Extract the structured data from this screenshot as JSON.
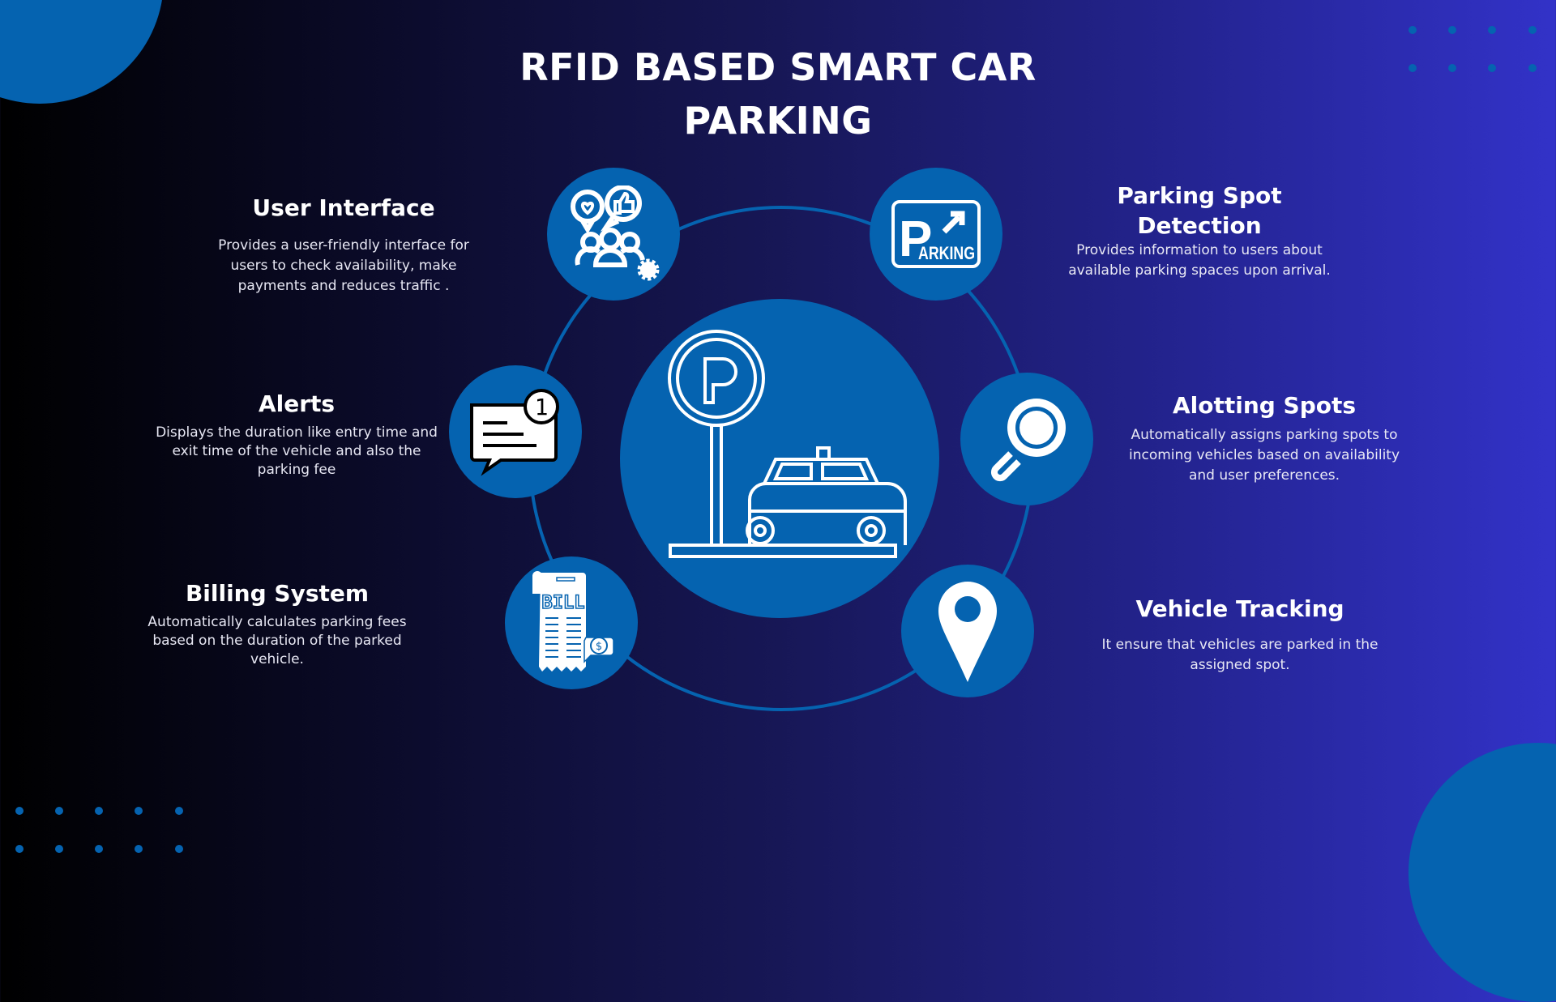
{
  "title": {
    "line1": "RFID BASED SMART CAR",
    "line2": "PARKING"
  },
  "colors": {
    "accent": "#0563b0",
    "background_left": "#000000",
    "background_right": "#3232c8",
    "text": "#ffffff"
  },
  "center": {
    "icon": "parking-sign-car-icon"
  },
  "features": [
    {
      "id": "user-interface",
      "title": "User Interface",
      "description_lines": [
        "Provides a user-friendly interface for",
        "users to check availability, make",
        "payments and reduces traffic ."
      ],
      "icon": "users-feedback-gear-icon"
    },
    {
      "id": "parking-spot-detection",
      "title_lines": [
        "Parking Spot",
        "Detection"
      ],
      "description_lines": [
        "Provides information to users about",
        "available parking spaces upon arrival."
      ],
      "icon": "parking-sign-icon",
      "icon_text_p": "P",
      "icon_text_rest": "ARKING"
    },
    {
      "id": "alerts",
      "title": "Alerts",
      "description_lines": [
        "Displays the duration like entry time and",
        "exit time of the vehicle and also the",
        "parking fee"
      ],
      "icon": "message-notification-icon",
      "badge": "1"
    },
    {
      "id": "alotting-spots",
      "title": "Alotting Spots",
      "description_lines": [
        "Automatically assigns parking spots to",
        "incoming vehicles based on availability",
        "and user preferences."
      ],
      "icon": "magnifier-icon"
    },
    {
      "id": "billing-system",
      "title": "Billing System",
      "description_lines": [
        "Automatically calculates parking fees",
        "based on the duration of the parked",
        "vehicle."
      ],
      "icon": "bill-receipt-icon",
      "icon_text": "BILL",
      "coin": "$"
    },
    {
      "id": "vehicle-tracking",
      "title": "Vehicle Tracking",
      "description_lines": [
        "It ensure that vehicles are parked in the",
        "assigned spot."
      ],
      "icon": "location-pin-icon"
    }
  ]
}
